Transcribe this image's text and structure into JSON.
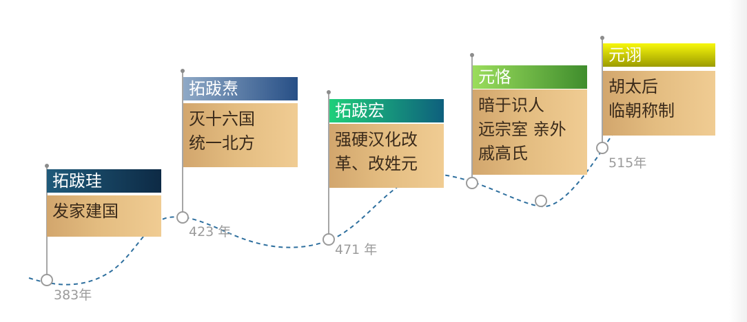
{
  "milestones": [
    {
      "year_label": "383年",
      "title": "拓跋珪",
      "lines": [
        "发家建国"
      ]
    },
    {
      "year_label": "423 年",
      "title": "拓跋焘",
      "lines": [
        "灭十六国",
        "统一北方"
      ]
    },
    {
      "year_label": "471 年",
      "title": "拓跋宏",
      "lines": [
        "强硬汉化改",
        "革、改姓元"
      ]
    },
    {
      "year_label": "",
      "title": "元恪",
      "lines": [
        "暗于识人",
        "远宗室 亲外",
        "戚高氏"
      ]
    },
    {
      "year_label": "515年",
      "title": "元诩",
      "lines": [
        "胡太后",
        "临朝称制"
      ]
    }
  ],
  "colors": {
    "curve": "#2e6f9e",
    "title_bars": [
      [
        "#1f5a7a",
        "#0d2a45"
      ],
      [
        "#8fa9c6",
        "#274f86"
      ],
      [
        "#1fcf7a",
        "#0e5f7d"
      ],
      [
        "#9bdd5c",
        "#3f8d2d"
      ],
      [
        "#f7f70b",
        "#9b9b00"
      ]
    ]
  }
}
